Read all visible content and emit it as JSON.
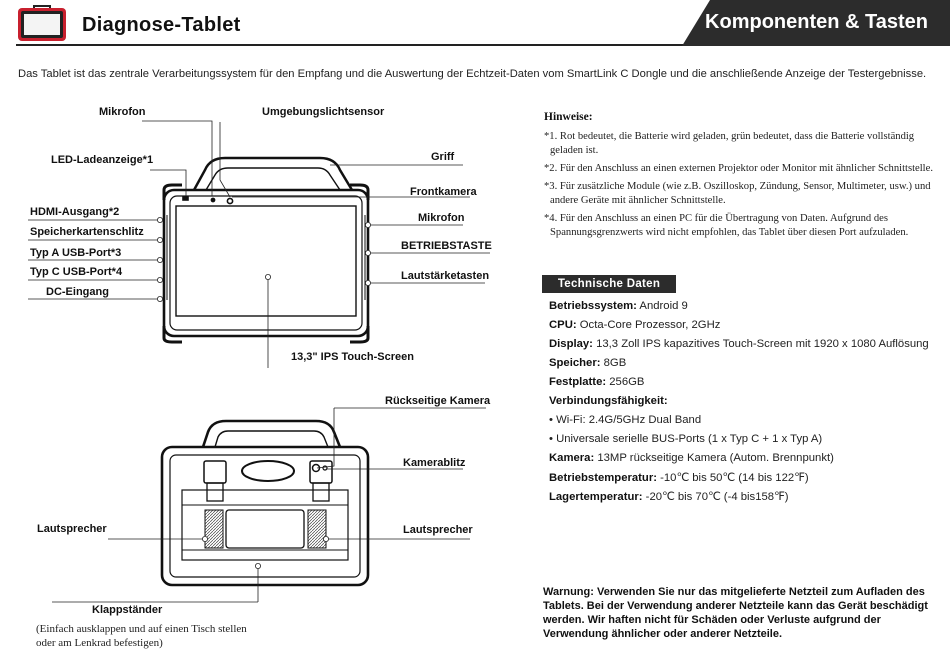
{
  "header": {
    "title": "Diagnose-Tablet",
    "section": "Komponenten & Tasten",
    "icon": "tablet-icon",
    "band_color": "#2c2c2c",
    "accent": "#c8202e"
  },
  "intro": "Das Tablet ist das zentrale Verarbeitungssystem für den Empfang und die Auswertung der Echtzeit-Daten vom SmartLink C Dongle und die anschließende Anzeige der Testergebnisse.",
  "front_labels": {
    "mikrofon_top": "Mikrofon",
    "umgebungslichtsensor": "Umgebungslichtsensor",
    "led": "LED-Ladeanzeige*1",
    "hdmi": "HDMI-Ausgang*2",
    "speicherkarte": "Speicherkartenschlitz",
    "usb_a": "Typ A USB-Port*3",
    "usb_c": "Typ C USB-Port*4",
    "dc": "DC-Eingang",
    "griff": "Griff",
    "frontkamera": "Frontkamera",
    "mikrofon_right": "Mikrofon",
    "betriebstaste": "BETRIEBSTASTE",
    "lautstaerke": "Lautstärketasten",
    "screen": "13,3\" IPS Touch-Screen"
  },
  "back_labels": {
    "rueckkamera": "Rückseitige Kamera",
    "kamerablitz": "Kamerablitz",
    "lautsprecher_left": "Lautsprecher",
    "lautsprecher_right": "Lautsprecher",
    "klappstaender": "Klappständer",
    "klapp_note_1": "(Einfach ausklappen und auf einen Tisch stellen",
    "klapp_note_2": "oder am Lenkrad befestigen)"
  },
  "notes": {
    "title": "Hinweise:",
    "items": [
      {
        "num": "*1.",
        "text": "Rot bedeutet, die Batterie wird geladen, grün bedeutet, dass die Batterie vollständig",
        "cont": "geladen ist."
      },
      {
        "num": "*2.",
        "text": "Für den Anschluss an einen externen Projektor oder Monitor mit ähnlicher Schnittstelle.",
        "cont": ""
      },
      {
        "num": "*3.",
        "text": "Für zusätzliche Module (wie z.B. Oszilloskop, Zündung, Sensor, Multimeter, usw.) und",
        "cont": "andere Geräte mit ähnlicher Schnittstelle."
      },
      {
        "num": "*4.",
        "text": "Für den Anschluss an einen PC für die Übertragung von Daten. Aufgrund des",
        "cont": "Spannungsgrenzwerts wird nicht empfohlen, das Tablet über diesen Port aufzuladen."
      }
    ]
  },
  "specs": {
    "title": "Technische Daten",
    "rows": [
      {
        "label": "Betriebssystem:",
        "value": " Android 9"
      },
      {
        "label": "CPU:",
        "value": " Octa-Core Prozessor, 2GHz"
      },
      {
        "label": "Display:",
        "value": " 13,3 Zoll IPS kapazitives Touch-Screen mit 1920 x 1080 Auflösung"
      },
      {
        "label": "Speicher:",
        "value": " 8GB"
      },
      {
        "label": "Festplatte:",
        "value": " 256GB"
      },
      {
        "label": "Verbindungsfähigkeit:",
        "value": ""
      },
      {
        "label": "",
        "value": "• Wi-Fi: 2.4G/5GHz Dual Band"
      },
      {
        "label": "",
        "value": "• Universale serielle BUS-Ports (1 x Typ C + 1 x Typ A)"
      },
      {
        "label": "Kamera:",
        "value": " 13MP rückseitige Kamera (Autom. Brennpunkt)"
      },
      {
        "label": "Betriebstemperatur:",
        "value": " -10℃ bis 50℃ (14 bis 122℉)"
      },
      {
        "label": "Lagertemperatur:",
        "value": " -20℃ bis 70℃ (-4 bis158℉)"
      }
    ]
  },
  "warning": "Warnung: Verwenden Sie nur das mitgelieferte Netzteil zum Aufladen des Tablets. Bei der Verwendung anderer Netzteile kann das Gerät beschädigt werden. Wir haften nicht für Schäden oder Verluste aufgrund der Verwendung ähnlicher oder anderer Netzteile."
}
